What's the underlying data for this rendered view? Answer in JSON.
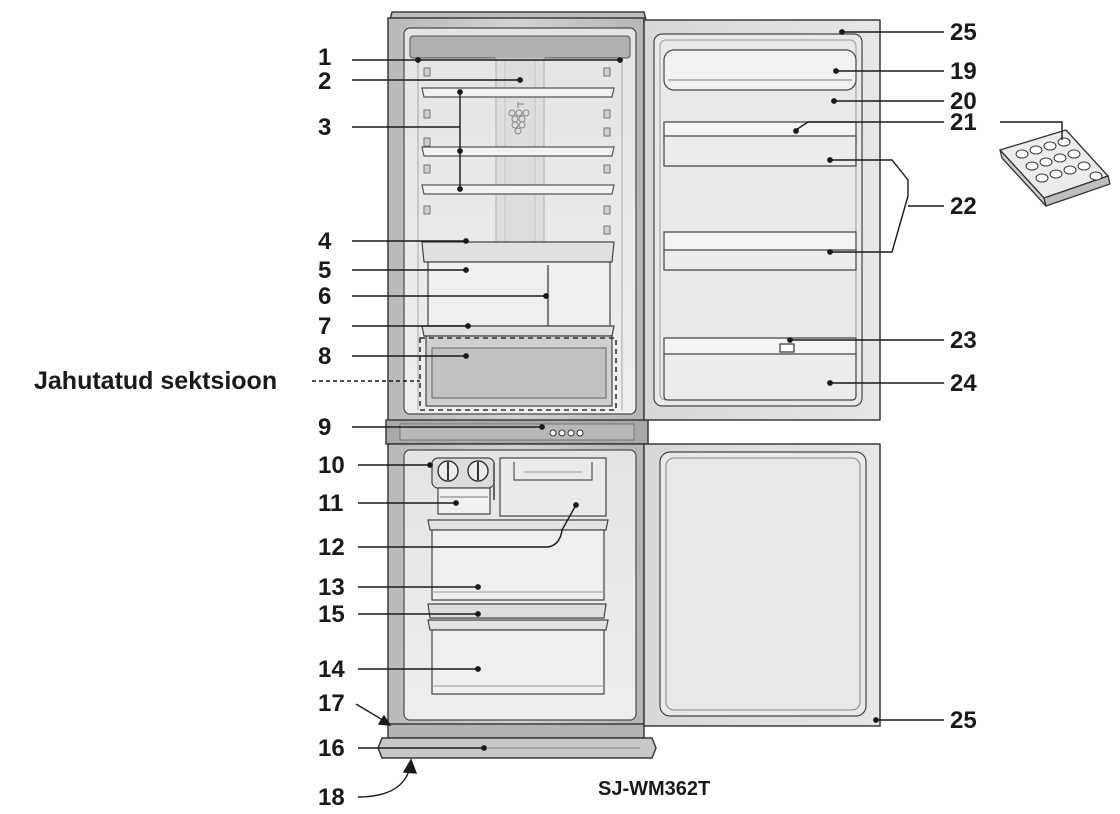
{
  "section_label": "Jahutatud sektsioon",
  "model": "SJ-WM362T",
  "callouts": {
    "c1": "1",
    "c2": "2",
    "c3": "3",
    "c4": "4",
    "c5": "5",
    "c6": "6",
    "c7": "7",
    "c8": "8",
    "c9": "9",
    "c10": "10",
    "c11": "11",
    "c12": "12",
    "c13": "13",
    "c15": "15",
    "c14": "14",
    "c17": "17",
    "c16": "16",
    "c18": "18",
    "c25a": "25",
    "c19": "19",
    "c20": "20",
    "c21": "21",
    "c22": "22",
    "c23": "23",
    "c24": "24",
    "c25b": "25"
  },
  "colors": {
    "body": "#c4c4c4",
    "interior": "#e8e8e8",
    "inner_wall": "#d6d6d6",
    "outline": "#3a3a3a",
    "door": "#dadada",
    "leader": "#1a1a1a"
  }
}
